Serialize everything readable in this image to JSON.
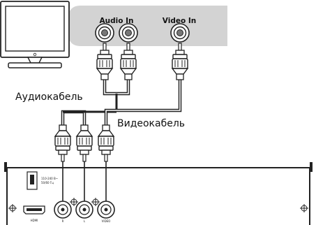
{
  "tv_panel": {
    "audio_in_label": "Audio In",
    "video_in_label": "Video In"
  },
  "cables": {
    "audio_cable_label": "Аудиокабель",
    "video_cable_label": "Видеокабель"
  },
  "receiver": {
    "power_label_line1": "110-240 В~",
    "power_label_line2": "50/60 Гц",
    "hdmi_label": "HDMI",
    "audio_r_label": "R",
    "audio_l_label": "L",
    "video_label": "VIDEO"
  }
}
